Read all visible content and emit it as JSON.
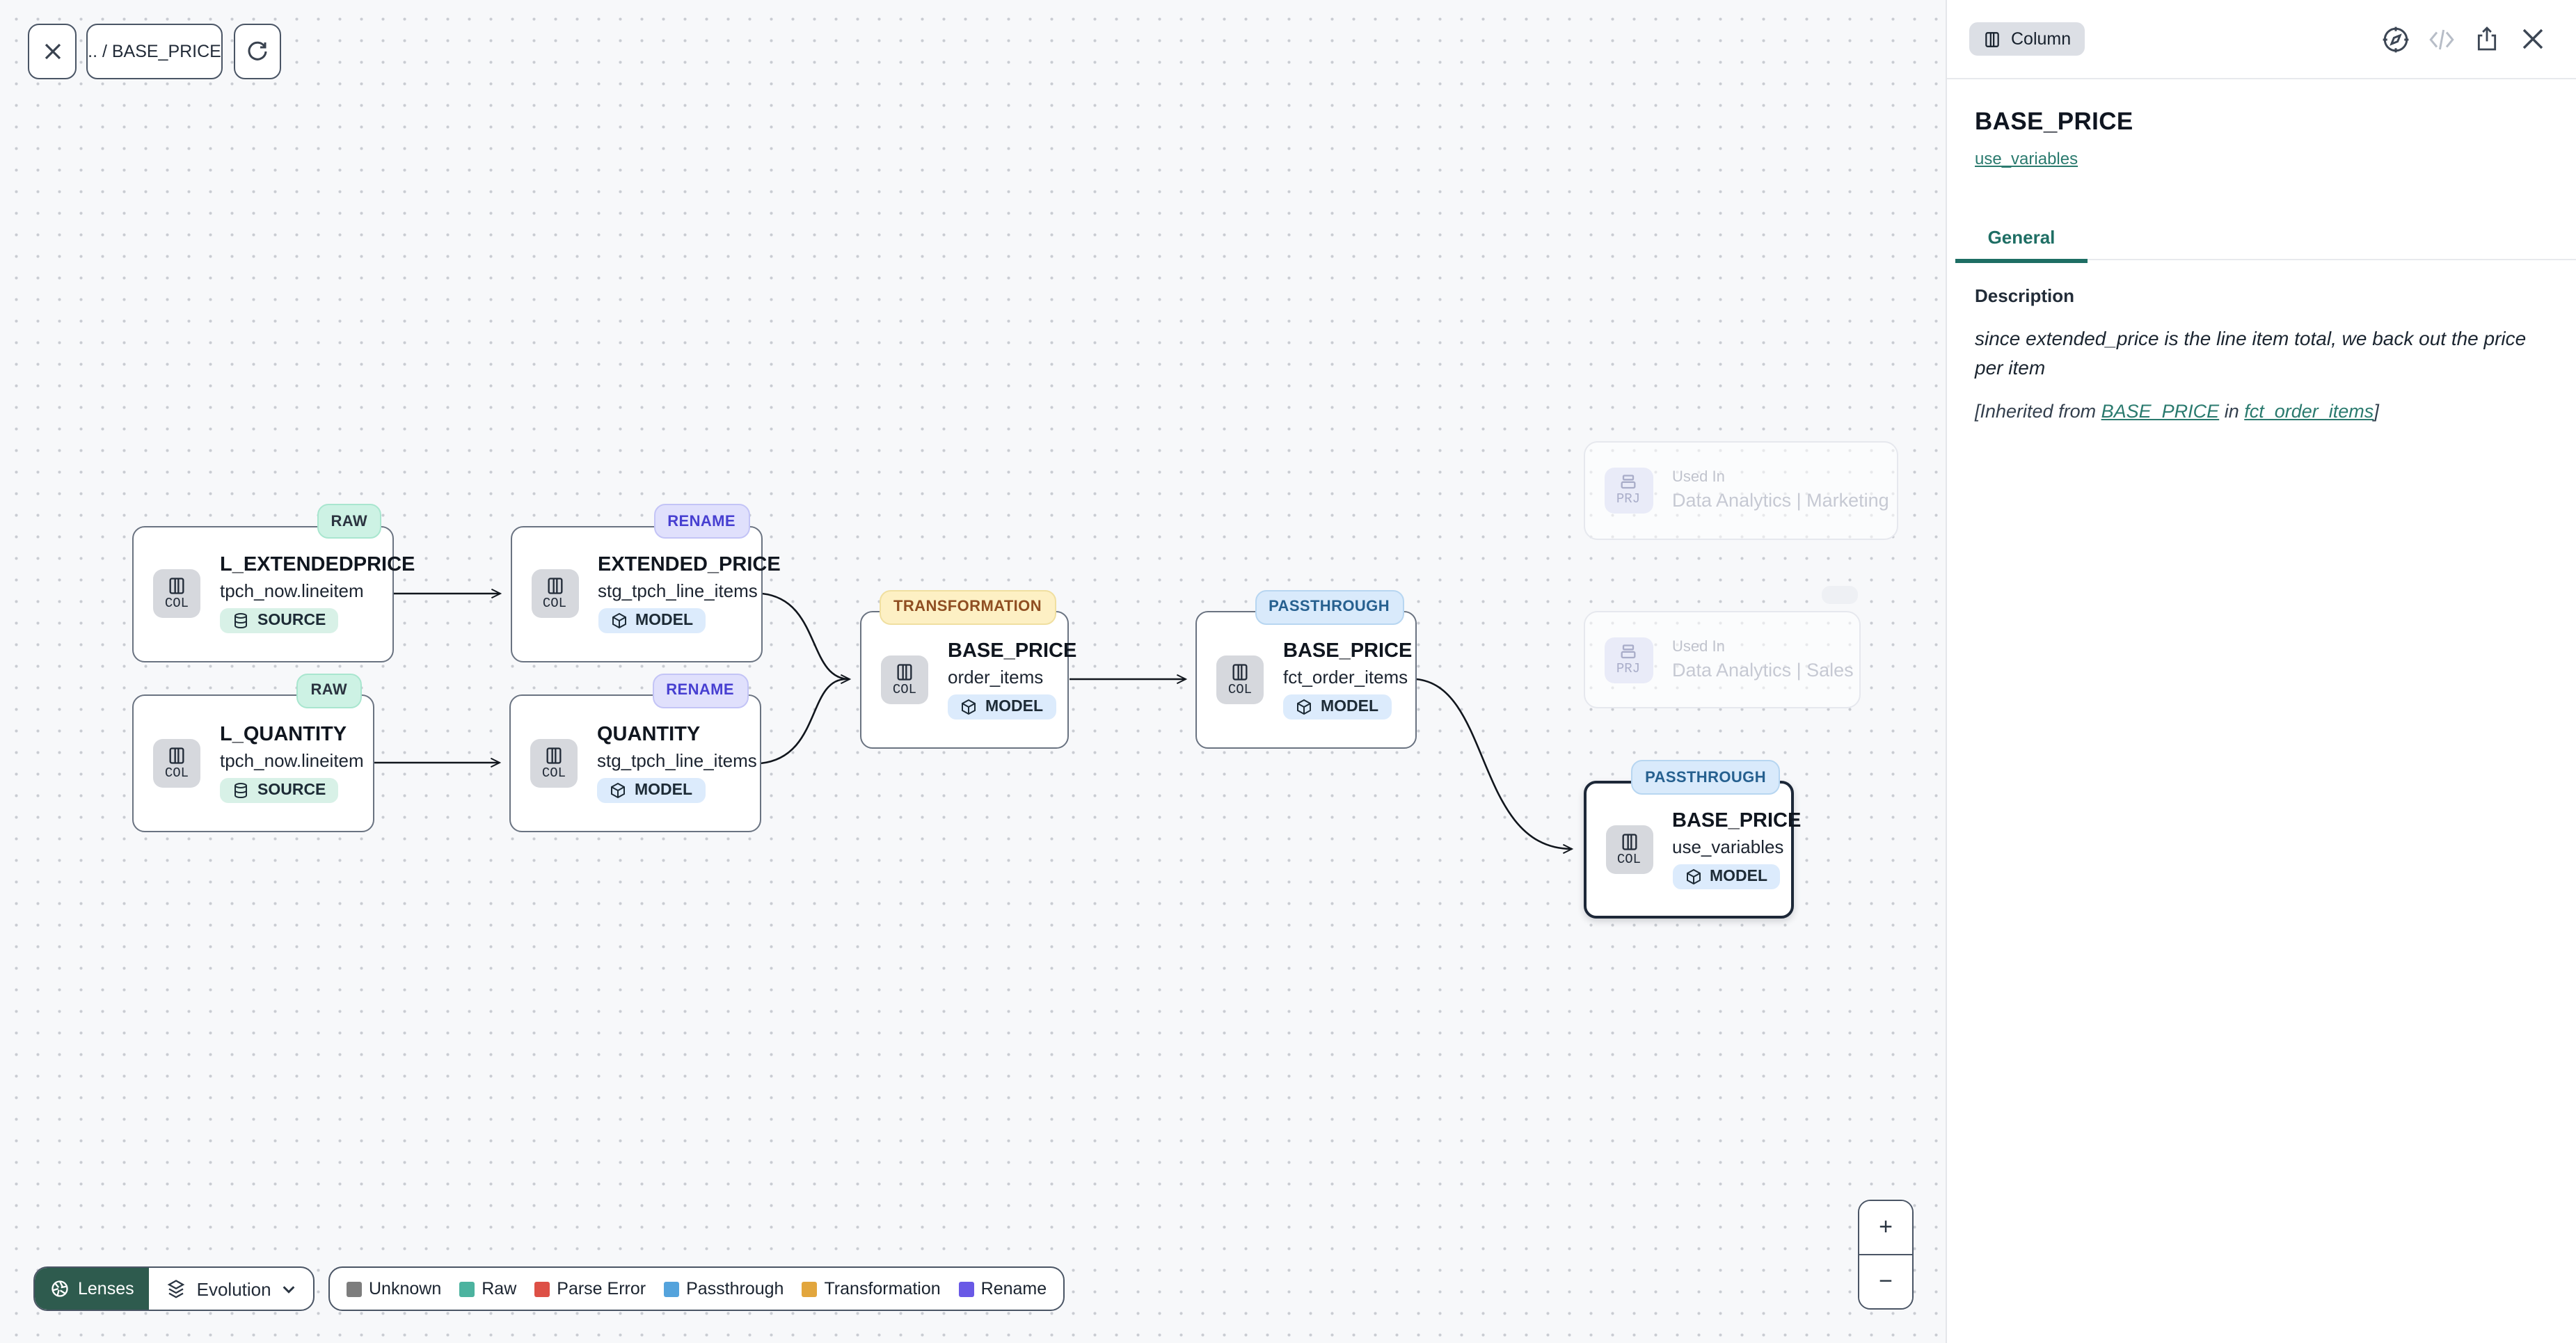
{
  "toolbar": {
    "breadcrumb": ".. / BASE_PRICE"
  },
  "nodes": [
    {
      "tag": "RAW",
      "title": "L_EXTENDEDPRICE",
      "subtitle": "tpch_now.lineitem",
      "badge": "SOURCE",
      "type_label": "COL"
    },
    {
      "tag": "RENAME",
      "title": "EXTENDED_PRICE",
      "subtitle": "stg_tpch_line_items",
      "badge": "MODEL",
      "type_label": "COL"
    },
    {
      "tag": "RAW",
      "title": "L_QUANTITY",
      "subtitle": "tpch_now.lineitem",
      "badge": "SOURCE",
      "type_label": "COL"
    },
    {
      "tag": "RENAME",
      "title": "QUANTITY",
      "subtitle": "stg_tpch_line_items",
      "badge": "MODEL",
      "type_label": "COL"
    },
    {
      "tag": "TRANSFORMATION",
      "title": "BASE_PRICE",
      "subtitle": "order_items",
      "badge": "MODEL",
      "type_label": "COL"
    },
    {
      "tag": "PASSTHROUGH",
      "title": "BASE_PRICE",
      "subtitle": "fct_order_items",
      "badge": "MODEL",
      "type_label": "COL"
    },
    {
      "tag": "PASSTHROUGH",
      "title": "BASE_PRICE",
      "subtitle": "use_variables",
      "badge": "MODEL",
      "type_label": "COL"
    }
  ],
  "used_in": [
    {
      "label": "Used In",
      "project": "Data Analytics | Marketing",
      "type_label": "PRJ"
    },
    {
      "label": "Used In",
      "project": "Data Analytics | Sales",
      "type_label": "PRJ"
    }
  ],
  "lenses": {
    "button": "Lenses",
    "mode": "Evolution"
  },
  "legend": [
    {
      "label": "Unknown",
      "color": "#7d7d7d"
    },
    {
      "label": "Raw",
      "color": "#4cb39f"
    },
    {
      "label": "Parse Error",
      "color": "#dd5046"
    },
    {
      "label": "Passthrough",
      "color": "#54a3dc"
    },
    {
      "label": "Transformation",
      "color": "#e2a63d"
    },
    {
      "label": "Rename",
      "color": "#6959e6"
    }
  ],
  "zoom": {
    "in": "+",
    "out": "−"
  },
  "panel": {
    "type_badge": "Column",
    "title": "BASE_PRICE",
    "model_link": "use_variables",
    "tabs": [
      {
        "label": "General"
      }
    ],
    "section_heading": "Description",
    "description_body": "since extended_price is the line item total, we back out the price per item",
    "inherited": {
      "prefix": "[Inherited from ",
      "link_column": "BASE_PRICE",
      "middle": " in ",
      "link_model": "fct_order_items",
      "suffix": "]"
    }
  },
  "colors": {
    "accent_teal": "#1e6e64",
    "selection": "#1d2838",
    "lenses_green": "#2e5b4e"
  }
}
